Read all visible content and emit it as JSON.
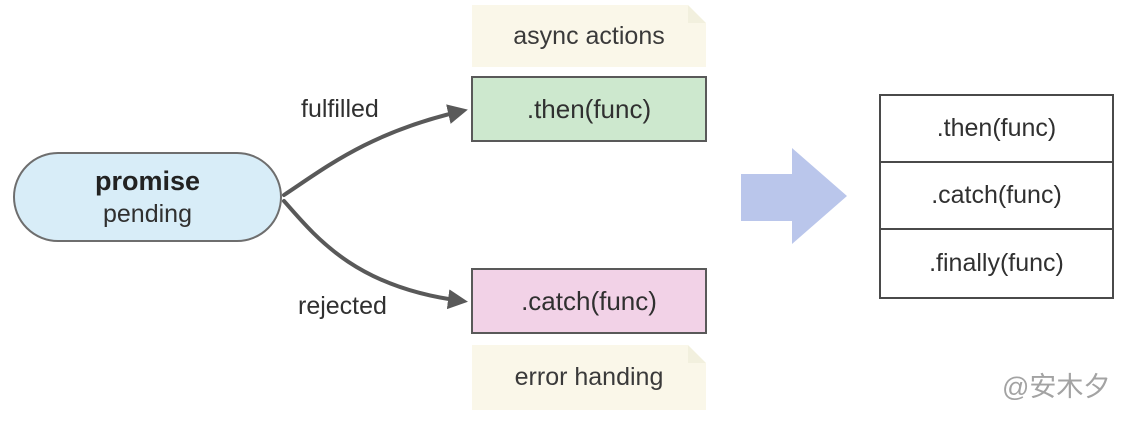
{
  "colors": {
    "canvas-bg": "#ffffff",
    "pill-fill": "#d8edf8",
    "pill-border": "#6e6e6e",
    "then-fill": "#cde8ce",
    "catch-fill": "#f2d2e7",
    "box-border": "#595959",
    "note-fill": "#faf7e9",
    "note-fold": "#f1eedd",
    "connector": "#595959",
    "big-arrow-fill": "#bac6eb",
    "table-border": "#4a4a4a",
    "text": "#303030",
    "watermark": "#a3a3a3"
  },
  "promise": {
    "title": "promise",
    "state": "pending"
  },
  "branches": [
    {
      "label": "fulfilled",
      "target": ".then(func)",
      "note": "async actions"
    },
    {
      "label": "rejected",
      "target": ".catch(func)",
      "note": "error handing"
    }
  ],
  "table": {
    "rows": [
      ".then(func)",
      ".catch(func)",
      ".finally(func)"
    ]
  },
  "watermark": "@安木夕"
}
